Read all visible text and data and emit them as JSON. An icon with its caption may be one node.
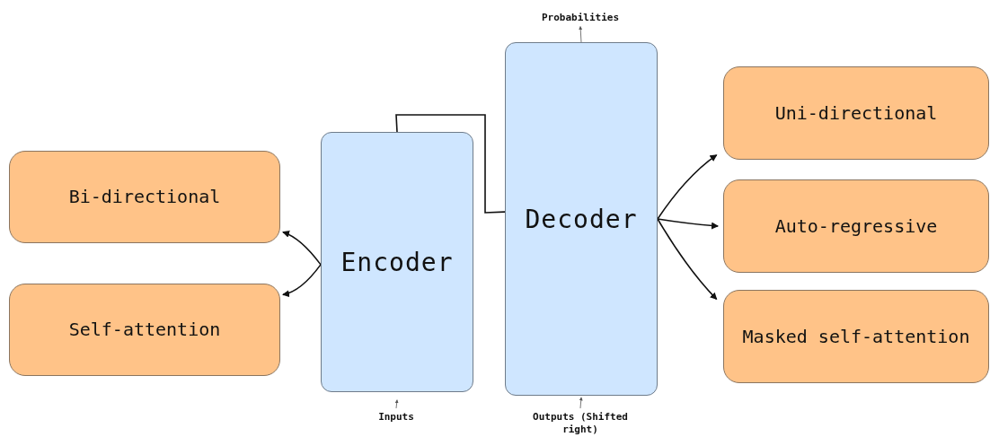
{
  "diagram": {
    "nodes": [
      {
        "text": [
          "Bi-directional"
        ]
      },
      {
        "text": [
          "Self-attention"
        ]
      },
      {
        "text": [
          "Encoder"
        ]
      },
      {
        "text": [
          "Decoder"
        ]
      },
      {
        "text": [
          "Uni-directional"
        ]
      },
      {
        "text": [
          "Auto-regressive"
        ]
      },
      {
        "text": [
          "Masked self-attention"
        ]
      },
      {
        "text": [
          "Probabilities"
        ]
      },
      {
        "text": [
          "Inputs"
        ]
      },
      {
        "text": [
          "Outputs (Shifted right)"
        ]
      }
    ],
    "edges": [
      {
        "from": 2,
        "to": 0,
        "arrow": "to"
      },
      {
        "from": 2,
        "to": 1,
        "arrow": "to"
      },
      {
        "from": 2,
        "to": 3,
        "arrow": "none"
      },
      {
        "from": 3,
        "to": 4,
        "arrow": "to"
      },
      {
        "from": 3,
        "to": 5,
        "arrow": "to"
      },
      {
        "from": 3,
        "to": 6,
        "arrow": "to"
      },
      {
        "from": 8,
        "to": 2,
        "arrow": "to",
        "color": "#777777"
      },
      {
        "from": 9,
        "to": 3,
        "arrow": "to",
        "color": "#777777"
      },
      {
        "from": 3,
        "to": 7,
        "arrow": "to",
        "color": "#777777"
      }
    ]
  }
}
